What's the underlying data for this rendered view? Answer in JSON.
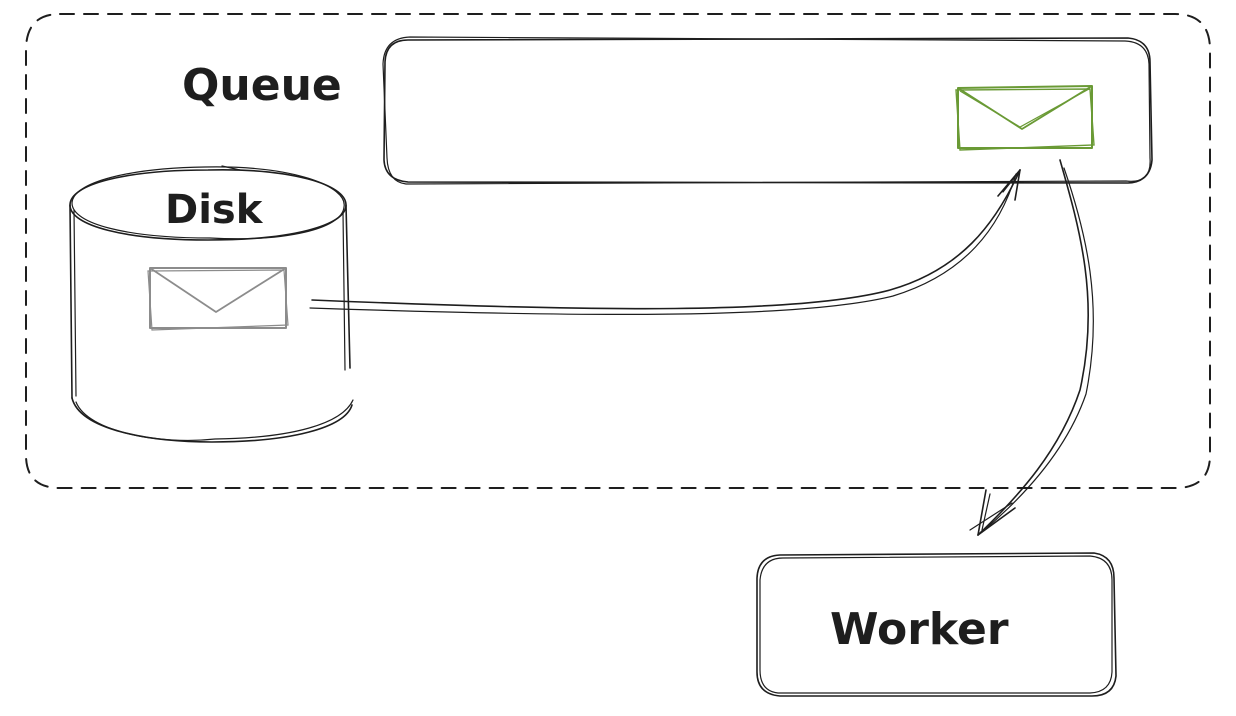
{
  "diagram": {
    "queue_label": "Queue",
    "disk_label": "Disk",
    "worker_label": "Worker"
  },
  "colors": {
    "stroke": "#1e1e1e",
    "queued_message": "#6a9a35",
    "stored_message": "#8c8c8c",
    "background": "#ffffff"
  },
  "icons": [
    "envelope-icon",
    "database-cylinder",
    "arrow"
  ]
}
